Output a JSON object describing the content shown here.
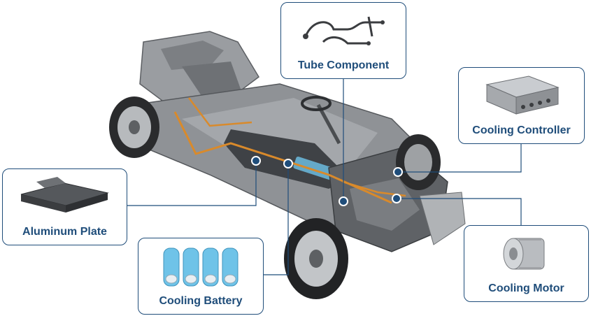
{
  "colors": {
    "accent": "#1f4d7a",
    "callout_border": "#1f4d7a",
    "connector_line": "#1f4d7a",
    "marker_fill": "#1f4d7a",
    "marker_ring": "#ffffff",
    "chassis_metal": "#8a8d91",
    "cooling_pipe": "#d98a2b",
    "battery_cell": "#6fc3e8"
  },
  "icons": {
    "tube_component": "tube-component-icon",
    "cooling_controller": "cooling-controller-icon",
    "aluminum_plate": "aluminum-plate-icon",
    "cooling_battery": "cooling-battery-icon",
    "cooling_motor": "cooling-motor-icon",
    "chassis": "car-chassis-illustration"
  },
  "callouts": {
    "tube_component": {
      "label": "Tube Component"
    },
    "cooling_controller": {
      "label": "Cooling Controller"
    },
    "aluminum_plate": {
      "label": "Aluminum Plate"
    },
    "cooling_battery": {
      "label": "Cooling Battery"
    },
    "cooling_motor": {
      "label": "Cooling Motor"
    }
  }
}
